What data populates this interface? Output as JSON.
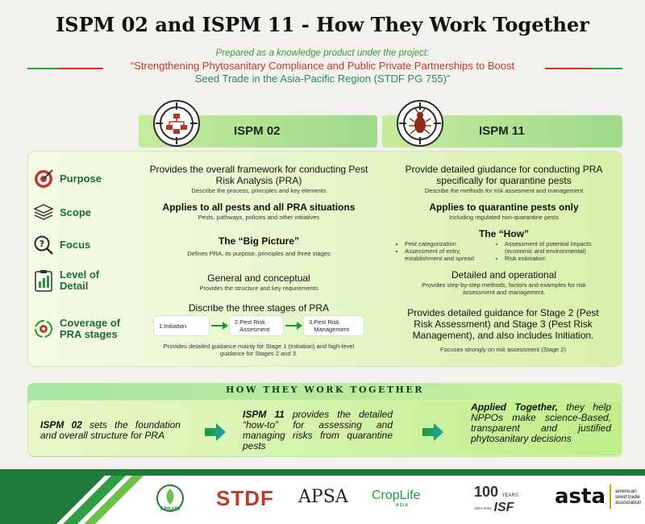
{
  "header": {
    "title": "ISPM 02 and ISPM 11 - How They Work Together",
    "prepared": "Prepared as a knowledge product under the project:",
    "project_red": "“Strengthening Phytosanitary Compliance and Public Private Partnerships to Boost",
    "project_green": "Seed Trade in the Asia-Pacific Region (STDF PG 755)”"
  },
  "columns": {
    "left": "ISPM 02",
    "right": "ISPM 11"
  },
  "rows": {
    "purpose": {
      "label": "Purpose",
      "left_main": "Provides the overall framework for conducting Pest Risk Analysis (PRA)",
      "left_sub": "Describe the process, principles and key elements",
      "right_main": "Provide detailed giudance for conducting PRA specifically for quarantine pests",
      "right_sub": "Describe the methods for risk assesment and management"
    },
    "scope": {
      "label": "Scope",
      "left_main": "Applies to all pests and all PRA situations",
      "left_sub": "Pests, pathways, policies and other initiatives",
      "right_main": "Applies to quarantine pests only",
      "right_sub": "Including regulated non-quarantine pests"
    },
    "focus": {
      "label": "Focus",
      "left_main": "The “Big Picture”",
      "left_sub": "Defines PRA, its purpose, principles and three stages",
      "right_main": "The “How”",
      "right_bullets_a": [
        "Pest categorization",
        "Assessment of entry, establishment and spread"
      ],
      "right_bullets_b": [
        "Assessment of potential impacts (economic and environmental)",
        "Risk estimation"
      ]
    },
    "detail": {
      "label1": "Level of",
      "label2": "Detail",
      "left_main": "General and conceptual",
      "left_sub": "Provides the structure and key requirements",
      "right_main": "Detailed and operational",
      "right_sub": "Provides step-by-step methods, factors and examples for risk assessment and management."
    },
    "coverage": {
      "label1": "Coverage of",
      "label2": "PRA stages",
      "left_main": "Discribe the three stages of PRA",
      "stage1": "1.Initiation",
      "stage2a": "2.Pest Risk",
      "stage2b": "Assesment",
      "stage3a": "3.Pest Risk",
      "stage3b": "Management",
      "left_sub": "Provides detailed guidance mainly for Stage 1 (Initiation) and high-level guidance for Stages 2 and 3.",
      "right_main": "Provides detailed guidance for Stage 2 (Pest Risk Assessment) and Stage 3 (Pest Risk Management), and also includes Initiation.",
      "right_sub": "Focuses strongly on risk assessment (Stage 2)"
    }
  },
  "together": {
    "title": "HOW THEY WORK TOGETHER",
    "b1_bold": "ISPM 02",
    "b1_rest": " sets the foundation and overall structure for PRA",
    "b2_bold": "ISPM 11",
    "b2_rest": " provides the detailed “how-to” for assessing and managing risks from quarantine pests",
    "b3_bold": "Applied Together,",
    "b3_rest": " they help NPPOs make science-Based, transparent and justified phytosanitary decisions"
  },
  "logos": {
    "apaari": "APAARI",
    "stdf": "STDF",
    "apsa": "APSA",
    "croplife": "CropLife",
    "croplife_sub": "ASIA",
    "isf_num": "100",
    "isf_years": "YEARS",
    "isf_range": "1924-2024",
    "isf": "ISF",
    "asta": "asta",
    "asta_line1": "american",
    "asta_line2": "seed trade",
    "asta_line3": "association"
  },
  "colors": {
    "accent_green": "#1f6b3a",
    "title_red": "#c0392b",
    "title_green": "#2e8b57"
  }
}
